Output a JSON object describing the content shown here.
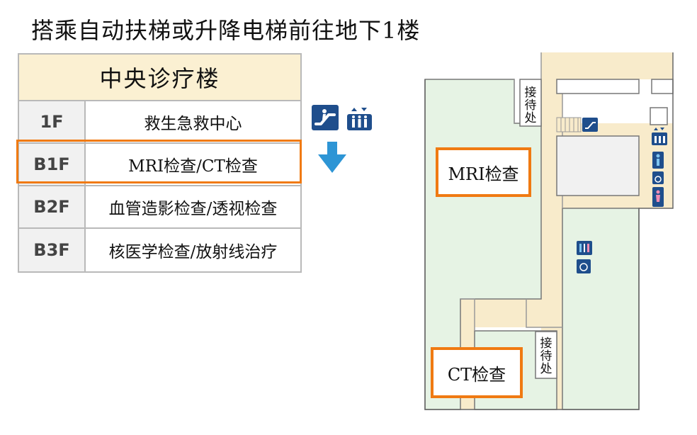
{
  "title": "搭乘自动扶梯或升降电梯前往地下1楼",
  "building": "中央诊疗楼",
  "floors": [
    {
      "floor": "1F",
      "dept": "救生急救中心"
    },
    {
      "floor": "B1F",
      "dept": "MRI检查/CT检查"
    },
    {
      "floor": "B2F",
      "dept": "血管造影检查/透视检查"
    },
    {
      "floor": "B3F",
      "dept": "核医学检查/放射线治疗"
    }
  ],
  "highlighted_floor": "B1F",
  "map": {
    "mri_label": "MRI检查",
    "ct_label": "CT检查",
    "reception_top": "接待处",
    "reception_bottom": "接待处"
  },
  "icons": [
    "escalator-icon",
    "elevator-icon",
    "down-arrow-icon",
    "restroom-icon",
    "wheelchair-icon",
    "male-icon",
    "female-icon"
  ],
  "colors": {
    "highlight": "#f07a12",
    "header_bg": "#fbf0d2",
    "corridor": "#f8ebcb",
    "room_green": "#e6f3e4",
    "icon_blue": "#1f4e8c",
    "arrow_blue": "#2d95d5"
  }
}
